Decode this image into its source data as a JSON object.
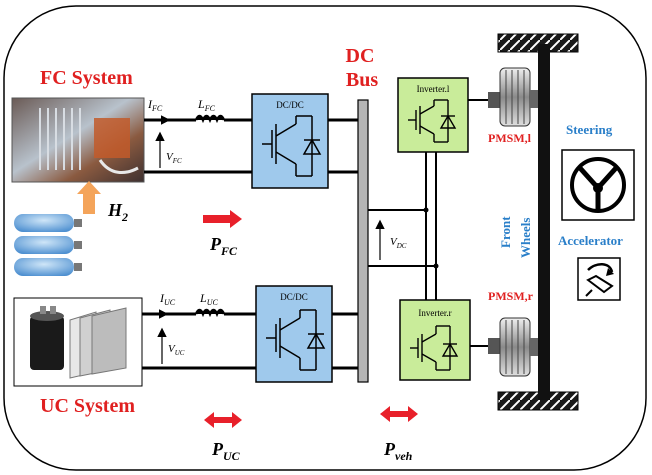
{
  "labels": {
    "fc_system": "FC System",
    "uc_system": "UC System",
    "dc_bus_line1": "DC",
    "dc_bus_line2": "Bus",
    "h2": "H",
    "h2_sub": "2",
    "dcdc_top": "DC/DC",
    "dcdc_bottom": "DC/DC",
    "inverter_left": "Inverter.l",
    "inverter_right": "Inverter.r",
    "pmsm_left": "PMSM,l",
    "pmsm_right": "PMSM,r",
    "steering": "Steering",
    "accelerator": "Accelerator",
    "front_wheels_line1": "Front",
    "front_wheels_line2": "Wheels"
  },
  "signals": {
    "i_fc": "I",
    "i_fc_sub": "FC",
    "l_fc": "L",
    "l_fc_sub": "FC",
    "v_fc": "V",
    "v_fc_sub": "FC",
    "i_uc": "I",
    "i_uc_sub": "UC",
    "l_uc": "L",
    "l_uc_sub": "UC",
    "v_uc": "V",
    "v_uc_sub": "UC",
    "v_dc": "V",
    "v_dc_sub": "DC",
    "p_fc": "P",
    "p_fc_sub": "FC",
    "p_uc": "P",
    "p_uc_sub": "UC",
    "p_veh": "P",
    "p_veh_sub": "veh"
  },
  "colors": {
    "header_red": "#e02020",
    "blue_text": "#2a7fc9",
    "dcdc_fill": "#9fc9ec",
    "inverter_fill": "#c9ec9a",
    "arrow_red": "#e8202a",
    "h2_arrow": "#f4a45a",
    "bus_fill": "#b5b5b5"
  },
  "icons": [
    "steering-wheel-icon",
    "accelerator-pedal-icon",
    "fuel-cell-photo",
    "hydrogen-tanks-icon",
    "ultracapacitor-photo",
    "pmsm-motor-icon",
    "wheel-tire-icon"
  ]
}
